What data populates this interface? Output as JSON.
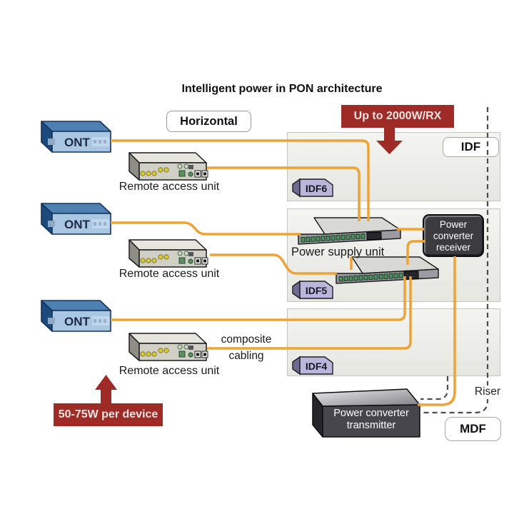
{
  "title": "Intelligent power in PON architecture",
  "annotations": {
    "horizontal": "Horizontal",
    "capacity": "Up to 2000W/RX",
    "per_device": "50-75W per device",
    "riser": "Riser",
    "composite_line1": "composite",
    "composite_line2": "cabling"
  },
  "zones": {
    "idf": "IDF",
    "mdf": "MDF",
    "badges": [
      "IDF6",
      "IDF5",
      "IDF4"
    ]
  },
  "devices": {
    "ont": "ONT",
    "remote_access_unit": "Remote access unit",
    "power_supply_unit": "Power supply unit",
    "receiver_line1": "Power",
    "receiver_line2": "converter",
    "receiver_line3": "receiver",
    "transmitter_line1": "Power converter",
    "transmitter_line2": "transmitter"
  },
  "colors": {
    "cable_orange": "#F1A233",
    "alert_red": "#9E2B26",
    "panel_fill": "#EFEFEB",
    "badge_purple": "#BAB6DB",
    "ont_blue_front": "#A9C6E3",
    "dark_box_gray": "#3B3B40",
    "dashed_line_gray": "#4C4C4C"
  }
}
